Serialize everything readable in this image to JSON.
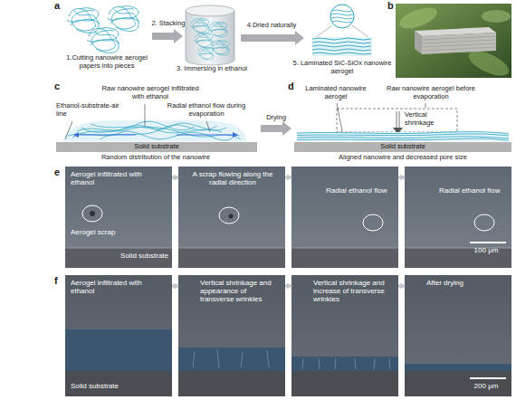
{
  "diagram": {
    "nodes": [
      {
        "text": [
          "Solid substrate"
        ]
      },
      {
        "text": [
          "Solid substrate"
        ]
      },
      {
        "text": [
          "Aerogel infiltrated with ethanol",
          "Aerogel scrap",
          "Solid substrate"
        ]
      },
      {
        "text": [
          "A scrap flowing along the radial direction"
        ]
      },
      {
        "text": [
          "Radial ethanol flow"
        ]
      },
      {
        "text": [
          "Radial ethanol flow",
          "100 μm"
        ]
      },
      {
        "text": [
          "Aerogel infiltrated with ethanol",
          "Solid substrate"
        ]
      },
      {
        "text": [
          "Vertical shrinkage and appearance of transverse wrinkles"
        ]
      },
      {
        "text": [
          "Vertical shrinkage and increase of transverse wrinkles"
        ]
      },
      {
        "text": [
          "After drying",
          "200 μm"
        ]
      }
    ],
    "edges": [
      {
        "from": 2,
        "to": 3,
        "arrow": "to"
      },
      {
        "from": 3,
        "to": 4,
        "arrow": "to"
      },
      {
        "from": 4,
        "to": 5,
        "arrow": "to"
      },
      {
        "from": 6,
        "to": 7,
        "arrow": "to"
      },
      {
        "from": 7,
        "to": 8,
        "arrow": "to"
      },
      {
        "from": 8,
        "to": 9,
        "arrow": "to"
      }
    ],
    "labels": [
      "a",
      "1.Cutting nanowire aerogel papers into pieces",
      "2. Stacking",
      "3. Immersing in ethanol",
      "4.Dried naturally",
      "5. Laminated SiC-SiOx nanowire aerogel",
      "b",
      "c",
      "Raw nanowire aerogel infiltrated with ethanol",
      "Ethanol-substrate-air line",
      "Radial ethanol flow during evaporation",
      "Random distribution of the nanowire",
      "Drying",
      "d",
      "Laminated nanowire aerogel",
      "Raw nanowire aerogel before evaporation",
      "Vertical shrinkage",
      "Aligned nanowire and decreased pore size",
      "e",
      "f"
    ]
  }
}
